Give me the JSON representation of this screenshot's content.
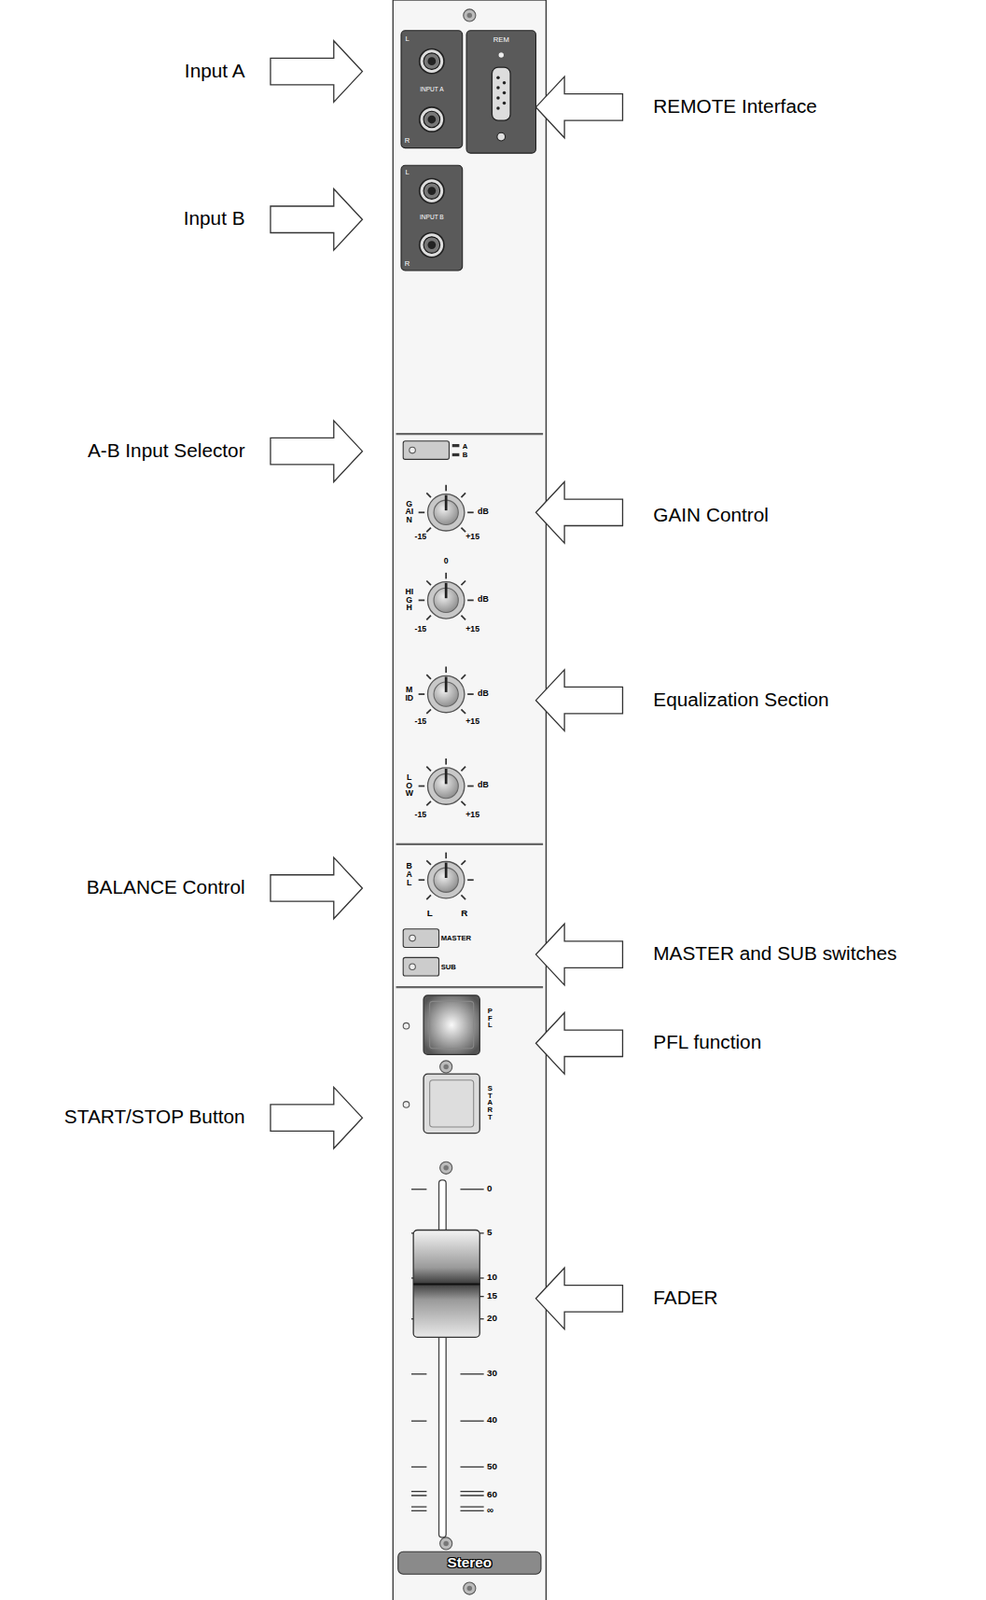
{
  "diagram": {
    "nodes": [
      {
        "text": [
          "L",
          "INPUT A",
          "R"
        ]
      },
      {
        "text": [
          "REM"
        ]
      },
      {
        "text": [
          "L",
          "INPUT B",
          "R"
        ]
      },
      {
        "text": [
          "A",
          "B"
        ]
      },
      {
        "text": [
          "MASTER"
        ]
      },
      {
        "text": [
          "SUB"
        ]
      },
      {
        "text": [
          "PFL"
        ]
      },
      {
        "text": [
          "START"
        ]
      },
      {
        "text": [
          "Stereo"
        ]
      }
    ],
    "labels": [
      "Input A",
      "Input B",
      "A-B Input Selector",
      "GAIN Control",
      "Equalization Section",
      "BALANCE Control",
      "MASTER and SUB switches",
      "PFL function",
      "START/STOP Button",
      "FADER",
      "REMOTE Interface",
      "GAIN",
      "dB",
      "-15",
      "+15",
      "0",
      "HIGH",
      "dB",
      "-15",
      "+15",
      "MID",
      "dB",
      "-15",
      "+15",
      "LOW",
      "dB",
      "-15",
      "+15",
      "BAL",
      "L",
      "R",
      "0",
      "5",
      "10",
      "15",
      "20",
      "30",
      "40",
      "50",
      "60",
      "∞"
    ]
  }
}
